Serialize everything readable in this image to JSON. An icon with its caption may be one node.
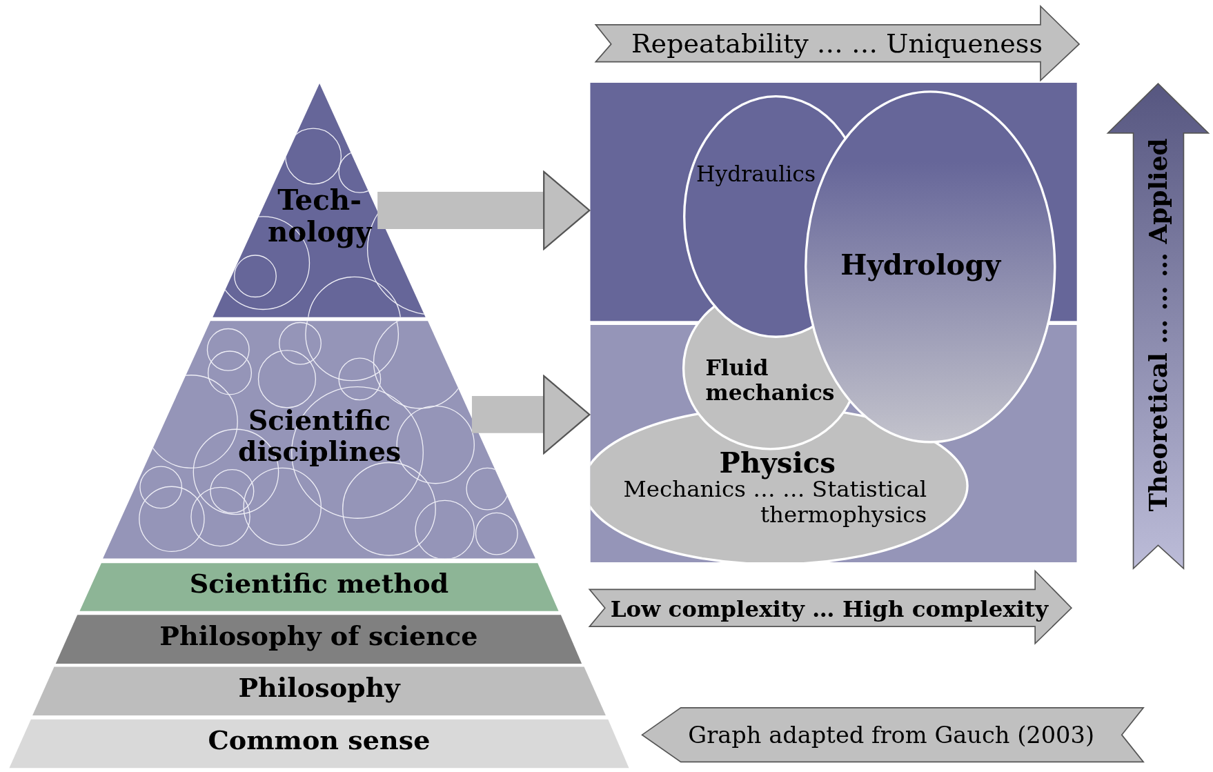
{
  "diagram": {
    "caption": "Graph adapted from Gauch (2003)",
    "nodes": [
      {
        "text": [
          "Tech- nology"
        ]
      },
      {
        "text": [
          "Scientific disciplines"
        ]
      },
      {
        "text": [
          "Scientific method"
        ]
      },
      {
        "text": [
          "Philosophy of science"
        ]
      },
      {
        "text": [
          "Philosophy"
        ]
      },
      {
        "text": [
          "Common sense"
        ]
      },
      {
        "text": [],
        "shape": "box"
      },
      {
        "text": [],
        "shape": "box"
      },
      {
        "text": [
          "Hydraulics"
        ]
      },
      {
        "text": [
          "Hydrology"
        ]
      },
      {
        "text": [
          "Fluid mechanics"
        ]
      },
      {
        "text": [
          "Physics",
          "Mechanics … … Statistical thermophysics"
        ],
        "in": 7
      }
    ],
    "edges": [
      {
        "from": 0,
        "to": 6,
        "arrow": "to"
      },
      {
        "from": 1,
        "to": 7,
        "arrow": "to"
      }
    ],
    "labels": [
      "Repeatability … … Uniqueness",
      "Theoretical … … … Applied",
      "Low complexity … High complexity"
    ]
  }
}
